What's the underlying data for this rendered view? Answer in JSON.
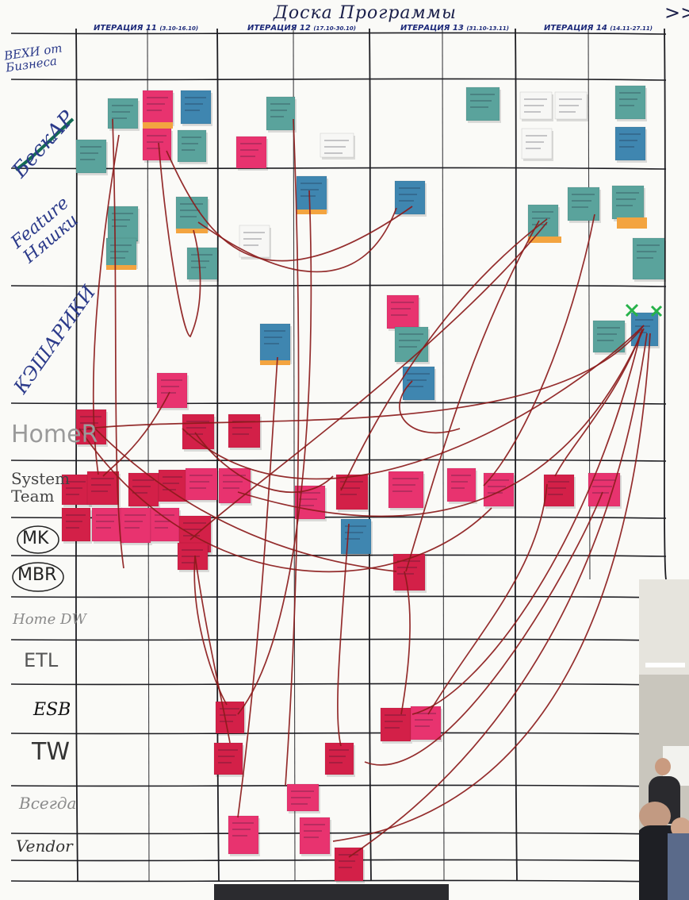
{
  "board": {
    "title": "Доска Программы",
    "nav_mark": ">>>",
    "iterations": [
      {
        "label": "ИТЕРАЦИЯ 11",
        "dates": "(3.10-16.10)"
      },
      {
        "label": "ИТЕРАЦИЯ 12",
        "dates": "(17.10-30.10)"
      },
      {
        "label": "ИТЕРАЦИЯ 13",
        "dates": "(31.10-13.11)"
      },
      {
        "label": "ИТЕРАЦИЯ 14",
        "dates": "(14.11-27.11)"
      }
    ],
    "rows": [
      {
        "label": "ВЕХИ от Бизнеса",
        "color": "#2b3a8a"
      },
      {
        "label": "БескАР",
        "color": "#2b3a8a"
      },
      {
        "label": "Feature Няшки",
        "color": "#2b3a8a"
      },
      {
        "label": "КЭШАРИКИ",
        "color": "#2b3a8a"
      },
      {
        "label": "HomeR",
        "color": "#9a9a9a"
      },
      {
        "label": "System Team",
        "color": "#444444"
      },
      {
        "label": "MK",
        "color": "#222222"
      },
      {
        "label": "MBR",
        "color": "#222222"
      },
      {
        "label": "Home DW",
        "color": "#8a8a8a"
      },
      {
        "label": "ETL",
        "color": "#555555"
      },
      {
        "label": "ESB",
        "color": "#111111"
      },
      {
        "label": "TW",
        "color": "#333333"
      },
      {
        "label": "Всегда",
        "color": "#8a8a8a"
      },
      {
        "label": "Vendor",
        "color": "#333333"
      }
    ]
  },
  "colors": {
    "paper": "#fafaf7",
    "grid": "#1d1d22",
    "yarn": "#8b1b1b",
    "note_pink": "#e8336f",
    "note_red": "#d32048",
    "note_teal": "#5aa39c",
    "note_blue": "#3f86b0",
    "note_white": "#f7f7f5",
    "note_orange": "#f3a440"
  }
}
